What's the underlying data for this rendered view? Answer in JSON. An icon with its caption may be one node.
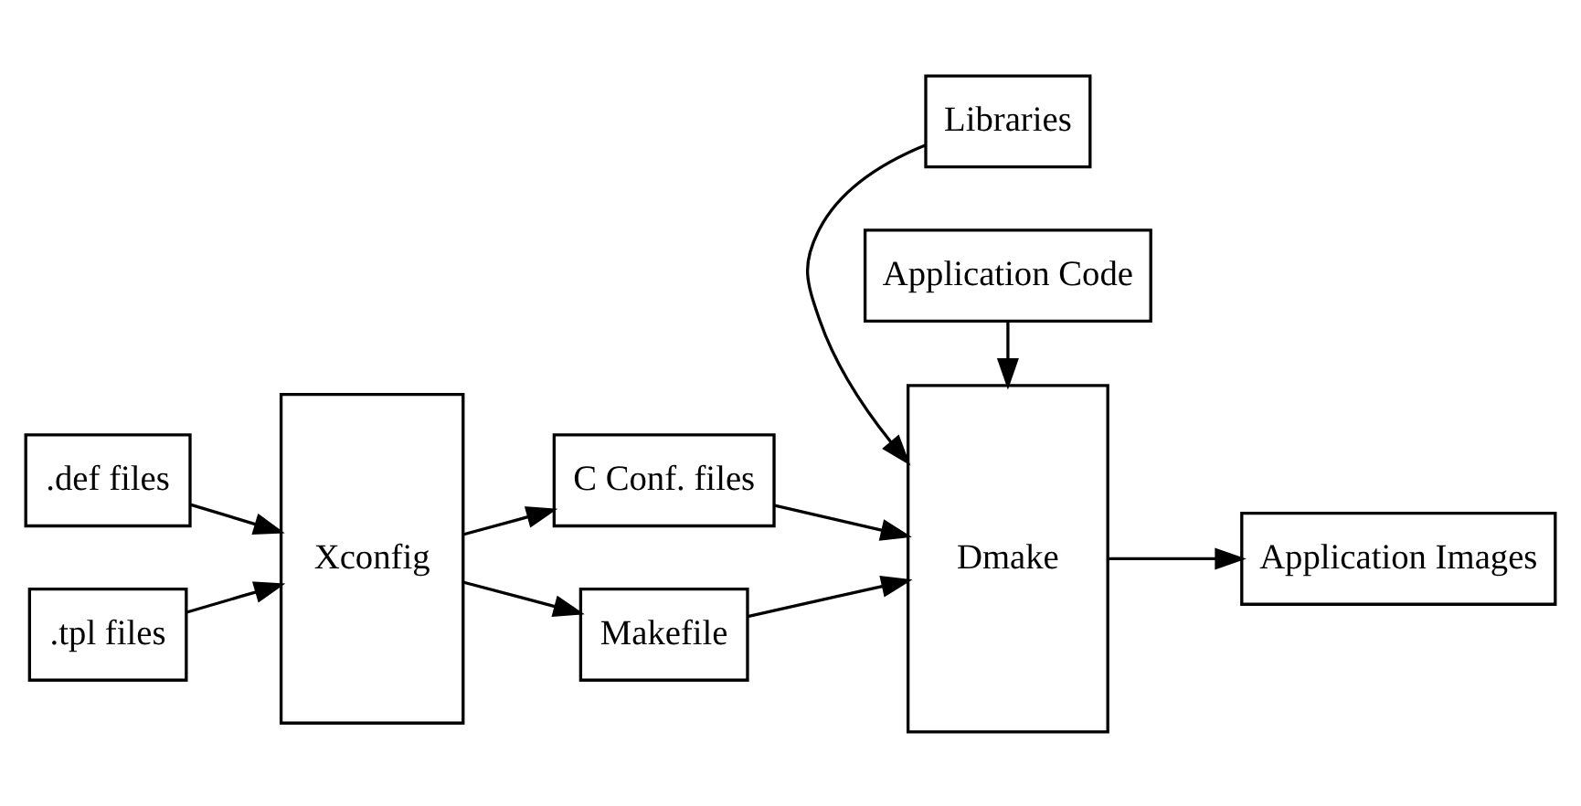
{
  "diagram": {
    "nodes": [
      {
        "text": [
          ".def files"
        ]
      },
      {
        "text": [
          ".tpl files"
        ]
      },
      {
        "text": [
          "Xconfig"
        ]
      },
      {
        "text": [
          "C Conf. files"
        ]
      },
      {
        "text": [
          "Makefile"
        ]
      },
      {
        "text": [
          "Libraries"
        ]
      },
      {
        "text": [
          "Dmake"
        ]
      },
      {
        "text": [
          "Application Images"
        ]
      },
      {
        "text": [
          "Application Code"
        ]
      }
    ],
    "edges": [
      {
        "from": 0,
        "to": 2,
        "arrow": "to"
      },
      {
        "from": 1,
        "to": 2,
        "arrow": "to"
      },
      {
        "from": 2,
        "to": 3,
        "arrow": "to"
      },
      {
        "from": 2,
        "to": 4,
        "arrow": "to"
      },
      {
        "from": 3,
        "to": 6,
        "arrow": "to"
      },
      {
        "from": 4,
        "to": 6,
        "arrow": "to"
      },
      {
        "from": 5,
        "to": 6,
        "arrow": "to"
      },
      {
        "from": 8,
        "to": 6,
        "arrow": "to"
      },
      {
        "from": 6,
        "to": 7,
        "arrow": "to"
      }
    ]
  }
}
